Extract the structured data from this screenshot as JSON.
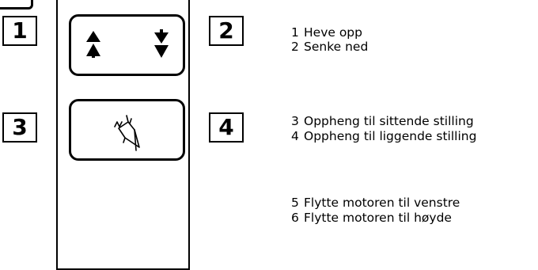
{
  "remote": {
    "buttons": [
      {
        "id": "up-down",
        "icon": "up-down-arrows-icon"
      },
      {
        "id": "sling",
        "icon": "sling-hanger-icon"
      }
    ]
  },
  "callouts": [
    "1",
    "2",
    "3",
    "4"
  ],
  "legend": [
    {
      "num": "1",
      "text": "Heve opp"
    },
    {
      "num": "2",
      "text": "Senke ned"
    },
    {
      "num": "3",
      "text": "Oppheng til sittende stilling"
    },
    {
      "num": "4",
      "text": "Oppheng til liggende stilling"
    },
    {
      "num": "5",
      "text": "Flytte motoren til venstre"
    },
    {
      "num": "6",
      "text": "Flytte motoren til høyde"
    }
  ]
}
